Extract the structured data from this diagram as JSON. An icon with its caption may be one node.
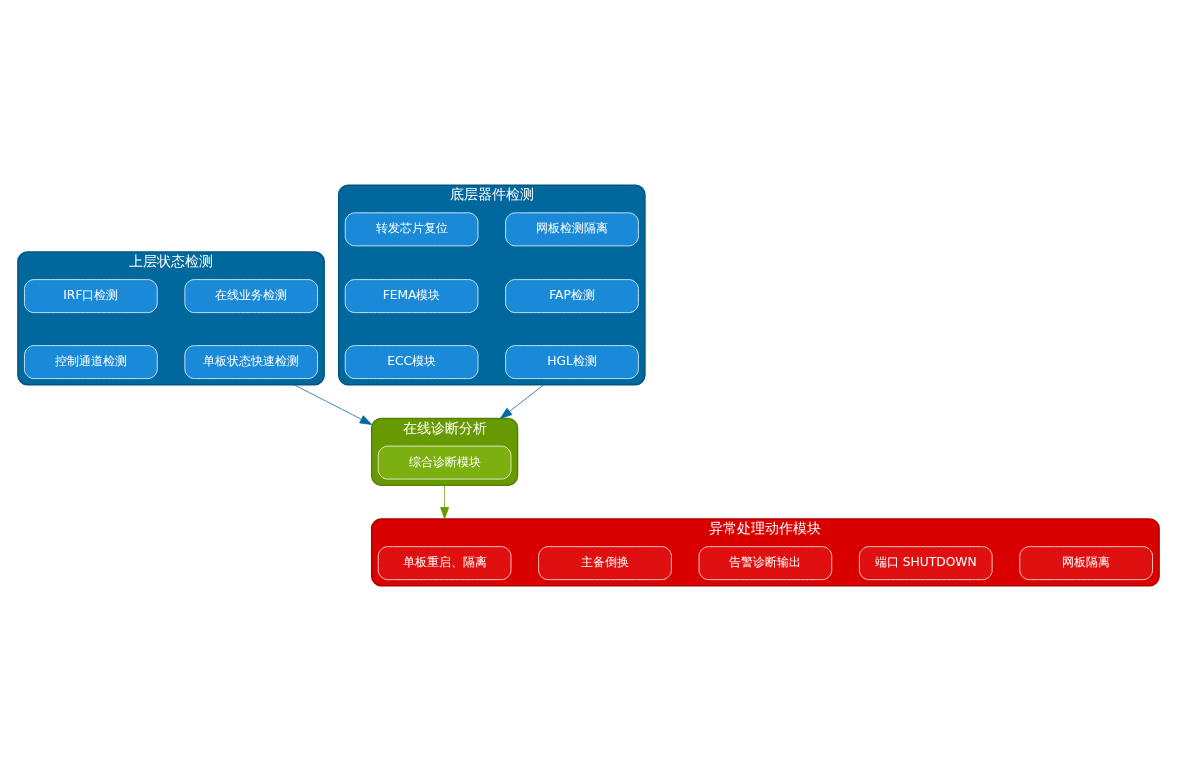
{
  "diagram": {
    "nodes": [
      {
        "text": [
          "上层状态检测"
        ]
      },
      {
        "text": [
          "IRF口检测"
        ],
        "in": 0
      },
      {
        "text": [
          "在线业务检测"
        ],
        "in": 0
      },
      {
        "text": [
          "控制通道检测"
        ],
        "in": 0
      },
      {
        "text": [
          "单板状态快速检测"
        ],
        "in": 0
      },
      {
        "text": [
          "底层器件检测"
        ]
      },
      {
        "text": [
          "转发芯片复位"
        ],
        "in": 5
      },
      {
        "text": [
          "网板检测隔离"
        ],
        "in": 5
      },
      {
        "text": [
          "FEMA模块"
        ],
        "in": 5
      },
      {
        "text": [
          "FAP检测"
        ],
        "in": 5
      },
      {
        "text": [
          "ECC模块"
        ],
        "in": 5
      },
      {
        "text": [
          "HGL检测"
        ],
        "in": 5
      },
      {
        "text": [
          "在线诊断分析"
        ]
      },
      {
        "text": [
          "综合诊断模块"
        ],
        "in": 12
      },
      {
        "text": [
          "异常处理动作模块"
        ]
      },
      {
        "text": [
          "单板重启、隔离"
        ],
        "in": 14
      },
      {
        "text": [
          "主备倒换"
        ],
        "in": 14
      },
      {
        "text": [
          "告警诊断输出"
        ],
        "in": 14
      },
      {
        "text": [
          "端口 SHUTDOWN"
        ],
        "in": 14
      },
      {
        "text": [
          "网板隔离"
        ],
        "in": 14
      }
    ],
    "edges": [
      {
        "from": 0,
        "to": 12,
        "arrow": "to"
      },
      {
        "from": 5,
        "to": 12,
        "arrow": "to"
      },
      {
        "from": 12,
        "to": 14,
        "arrow": "to",
        "color": "#669900"
      }
    ]
  }
}
